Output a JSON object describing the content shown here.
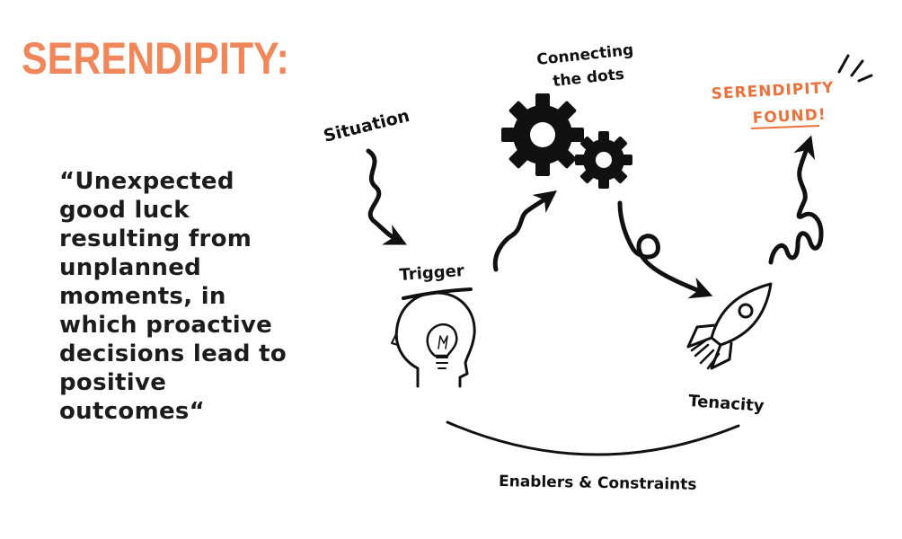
{
  "title": "SERENDIPITY:",
  "quote": "“Unexpected good luck resulting from unplanned moments, in which proactive decisions lead to positive outcomes“",
  "diagram": {
    "situation": "Situation",
    "connecting_line1": "Connecting",
    "connecting_line2": "the dots",
    "trigger": "Trigger",
    "tenacity": "Tenacity",
    "found_line1": "SERENDIPITY",
    "found_line2": "FOUND!",
    "enablers": "Enablers & Constraints"
  },
  "colors": {
    "title": "#f0875a",
    "found": "#e8713c",
    "ink": "#111111"
  },
  "icons": [
    "head-lightbulb-icon",
    "gears-icon",
    "rocket-icon"
  ]
}
